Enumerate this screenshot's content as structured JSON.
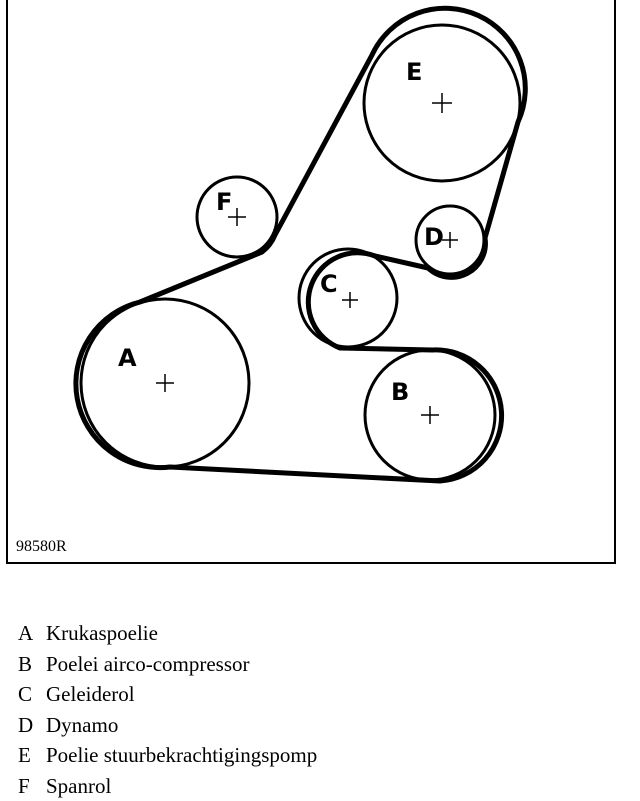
{
  "figure": {
    "code": "98580R",
    "pulleys": [
      {
        "id": "A",
        "label": "A"
      },
      {
        "id": "B",
        "label": "B"
      },
      {
        "id": "C",
        "label": "C"
      },
      {
        "id": "D",
        "label": "D"
      },
      {
        "id": "E",
        "label": "E"
      },
      {
        "id": "F",
        "label": "F"
      }
    ]
  },
  "legend": [
    {
      "key": "A",
      "text": "Krukaspoelie"
    },
    {
      "key": "B",
      "text": "Poelei airco-compressor"
    },
    {
      "key": "C",
      "text": "Geleiderol"
    },
    {
      "key": "D",
      "text": "Dynamo"
    },
    {
      "key": "E",
      "text": "Poelie stuurbekrachtigingspomp"
    },
    {
      "key": "F",
      "text": "Spanrol"
    }
  ]
}
